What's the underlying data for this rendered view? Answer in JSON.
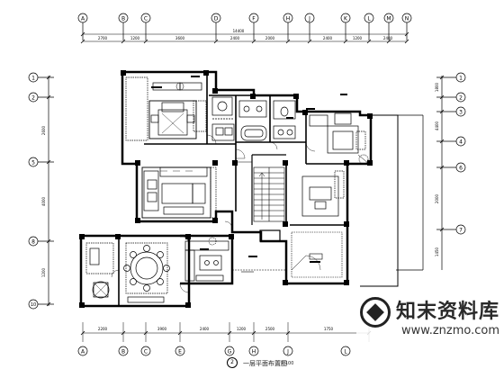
{
  "grid": {
    "top_axes": [
      "A",
      "B",
      "C",
      "D",
      "F",
      "H",
      "J",
      "K",
      "L",
      "M",
      "N"
    ],
    "bottom_axes": [
      "A",
      "B",
      "C",
      "E",
      "G",
      "H",
      "J",
      "L"
    ],
    "left_axes": [
      "1",
      "2",
      "5",
      "8",
      "10"
    ],
    "right_axes": [
      "1",
      "2",
      "3",
      "4",
      "6",
      "7"
    ]
  },
  "dimensions": {
    "top_overall": "14400",
    "top_segments": [
      "2700",
      "1200",
      "3600",
      "2400",
      "2000",
      "2400",
      "1200",
      "2400"
    ],
    "bottom_segments": [
      "2200",
      "3900",
      "2400",
      "1200",
      "2500",
      "1750"
    ],
    "left_segments": [
      "2600",
      "4000",
      "1200"
    ],
    "right_segments": [
      "1800",
      "4400",
      "2000",
      "1450"
    ]
  },
  "caption": {
    "marker": "2",
    "title": "一层平面布置图",
    "scale": "1:100"
  },
  "watermark": {
    "brand": "知末资料库",
    "url": "www.znzmo.com"
  },
  "colors": {
    "line": "#000000",
    "background": "#ffffff"
  }
}
